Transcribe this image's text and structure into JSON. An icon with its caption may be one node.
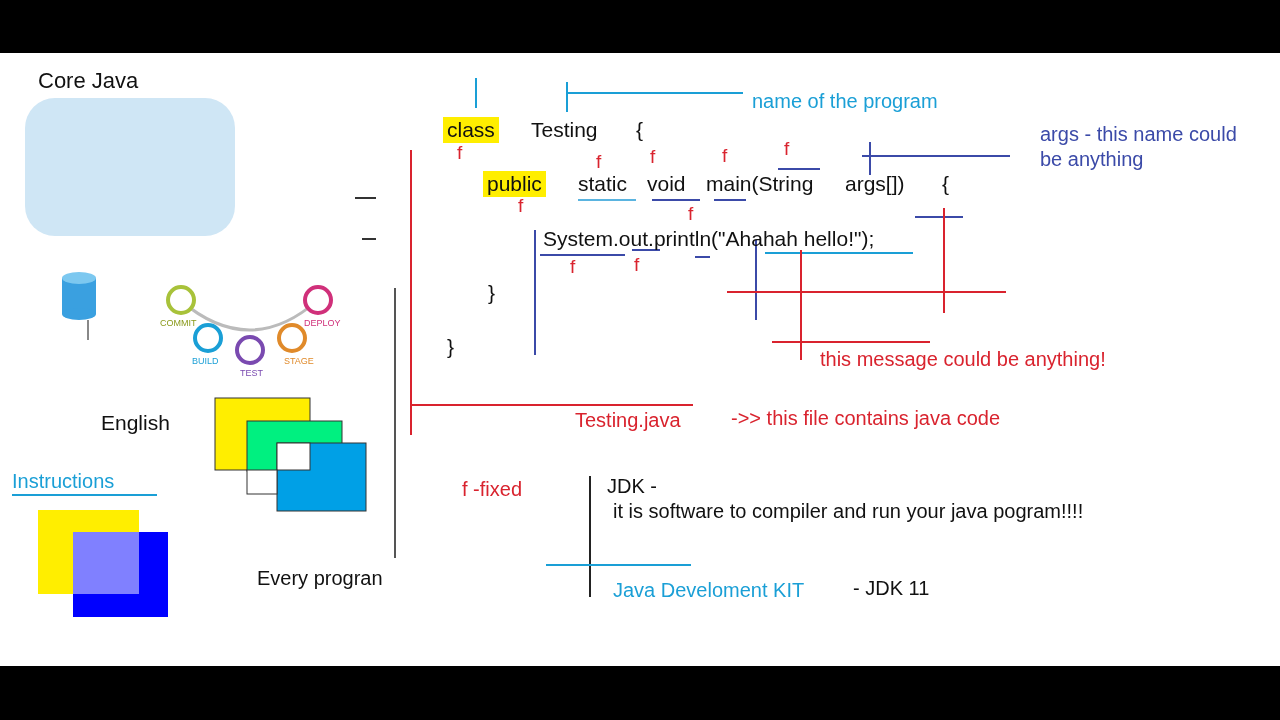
{
  "diagram": {
    "labels": [
      "Core Java",
      "name of the program",
      "class",
      "Testing",
      "{",
      "args - this name could be anything",
      "f",
      "f",
      "f",
      "f",
      "f",
      "public",
      "static",
      "void",
      "main(String",
      "args[])",
      "{",
      "f",
      "f",
      "System.out.println(\"Ahahah hello!\");",
      "f",
      "f",
      "}",
      "}",
      "this message could be anything!",
      "English",
      "Testing.java",
      "->>  this file contains java code",
      "Instructions",
      "f -fixed",
      "JDK -",
      "it is software to compiler and run your java pogram!!!!",
      "Every progran",
      "Java Develoment KIT",
      "- JDK 11",
      "COMMIT",
      "BUILD",
      "TEST",
      "STAGE",
      "DEPLOY"
    ]
  }
}
